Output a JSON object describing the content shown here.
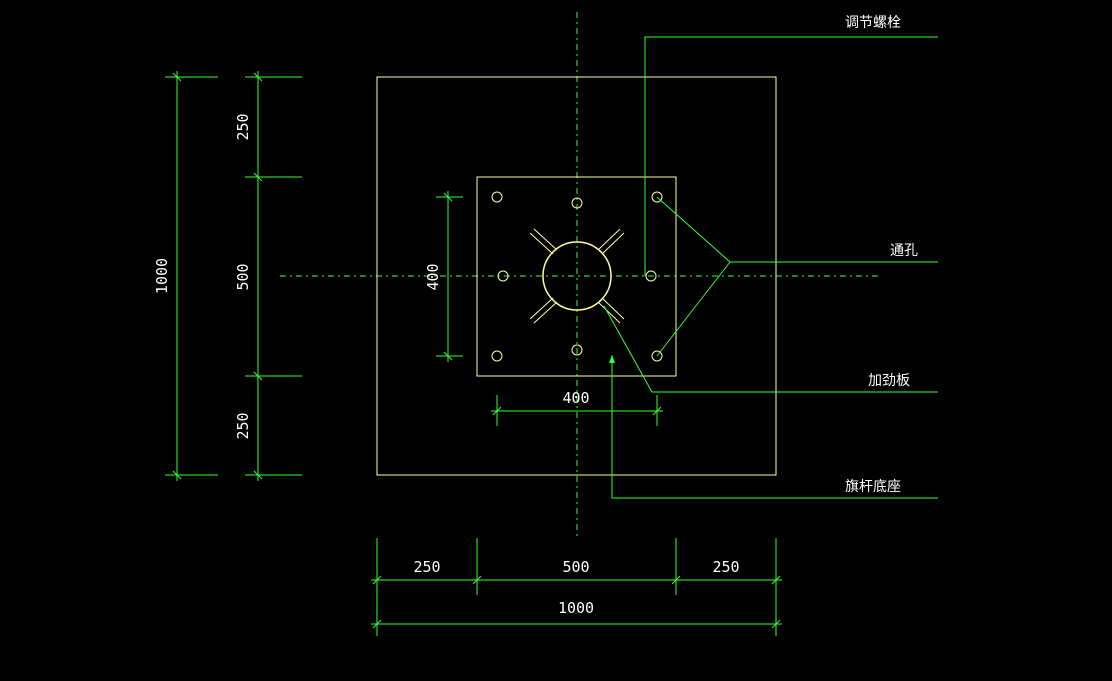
{
  "colors": {
    "background": "#000000",
    "outline": "#ffff99",
    "dimension": "#33ff33",
    "centerline": "#33ff33",
    "leader": "#33ff33",
    "text": "#ffffff"
  },
  "labels": {
    "adjust_bolt": "调节螺栓",
    "through_hole": "通孔",
    "stiffener": "加劲板",
    "flagpole_base": "旗杆底座"
  },
  "dimensions": {
    "horizontal": {
      "left": "250",
      "middle": "500",
      "right": "250",
      "total": "1000",
      "plate": "400"
    },
    "vertical": {
      "top": "250",
      "middle": "500",
      "bottom": "250",
      "total": "1000",
      "plate": "400"
    }
  }
}
